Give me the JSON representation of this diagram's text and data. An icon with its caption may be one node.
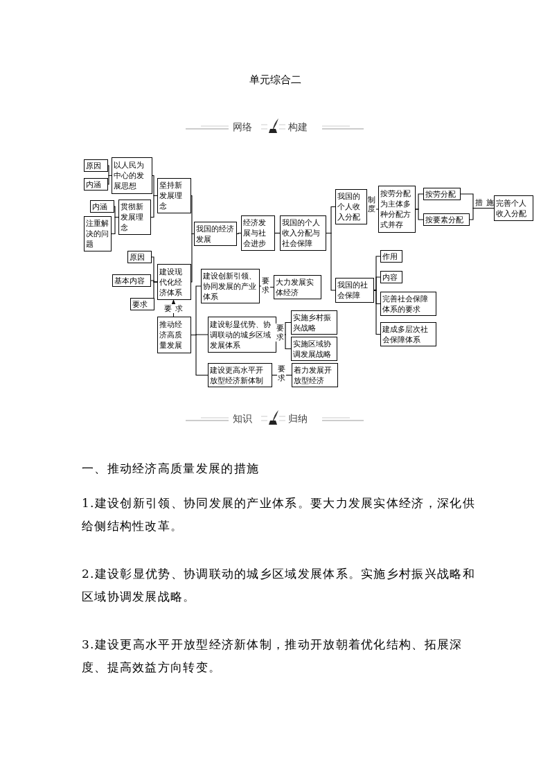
{
  "diagram": {
    "title": "单元综合二",
    "nodes": [
      {
        "text": [
          "原因"
        ]
      },
      {
        "text": [
          "内涵"
        ]
      },
      {
        "text": [
          "以人民为中心的发展思想"
        ]
      },
      {
        "text": [
          "内涵"
        ]
      },
      {
        "text": [
          "注重解决的问题"
        ]
      },
      {
        "text": [
          "贯彻新发展理念"
        ]
      },
      {
        "text": [
          "坚持新发展理念"
        ]
      },
      {
        "text": [
          "原因"
        ]
      },
      {
        "text": [
          "基本内容"
        ]
      },
      {
        "text": [
          "要求"
        ]
      },
      {
        "text": [
          "建设现代化经济体系"
        ]
      },
      {
        "text": [
          "推动经济高质量发展"
        ]
      },
      {
        "text": [
          "我国的经济发展"
        ]
      },
      {
        "text": [
          "经济发展与社会进步"
        ]
      },
      {
        "text": [
          "我国的个人收入分配与社会保障"
        ]
      },
      {
        "text": [
          "我国的个人收入分配"
        ]
      },
      {
        "text": [
          "按劳分配为主体多种分配方式并存"
        ]
      },
      {
        "text": [
          "按劳分配"
        ]
      },
      {
        "text": [
          "按要素分配"
        ]
      },
      {
        "text": [
          "完善个人收入分配"
        ]
      },
      {
        "text": [
          "我国的社会保障"
        ]
      },
      {
        "text": [
          "作用"
        ]
      },
      {
        "text": [
          "内容"
        ]
      },
      {
        "text": [
          "完善社会保障体系的要求"
        ]
      },
      {
        "text": [
          "建成多层次社会保障体系"
        ]
      },
      {
        "text": [
          "建设创新引领、协同发展的产业体系"
        ]
      },
      {
        "text": [
          "大力发展实体经济"
        ]
      },
      {
        "text": [
          "建设彰显优势、协调联动的城乡区域发展体系"
        ]
      },
      {
        "text": [
          "实施乡村振兴战略"
        ]
      },
      {
        "text": [
          "实施区域协调发展战略"
        ]
      },
      {
        "text": [
          "建设更高水平开放型经济新体制"
        ]
      },
      {
        "text": [
          "着力发展开放型经济"
        ]
      }
    ],
    "edges": [
      {
        "from": 0,
        "to": 2,
        "arrow": "none"
      },
      {
        "from": 1,
        "to": 2,
        "arrow": "none"
      },
      {
        "from": 3,
        "to": 5,
        "arrow": "none"
      },
      {
        "from": 4,
        "to": 5,
        "arrow": "none"
      },
      {
        "from": 2,
        "to": 6,
        "arrow": "none"
      },
      {
        "from": 5,
        "to": 6,
        "arrow": "none"
      },
      {
        "from": 7,
        "to": 10,
        "arrow": "none"
      },
      {
        "from": 8,
        "to": 10,
        "arrow": "none"
      },
      {
        "from": 9,
        "to": 10,
        "arrow": "none"
      },
      {
        "from": 11,
        "to": 10,
        "arrow": "to",
        "label": "要求"
      },
      {
        "from": 6,
        "to": 12,
        "arrow": "none"
      },
      {
        "from": 10,
        "to": 12,
        "arrow": "none"
      },
      {
        "from": 12,
        "to": 13,
        "arrow": "none"
      },
      {
        "from": 13,
        "to": 14,
        "arrow": "none"
      },
      {
        "from": 14,
        "to": 15,
        "arrow": "none"
      },
      {
        "from": 14,
        "to": 20,
        "arrow": "none"
      },
      {
        "from": 15,
        "to": 16,
        "arrow": "none",
        "label": "制度"
      },
      {
        "from": 16,
        "to": 17,
        "arrow": "none"
      },
      {
        "from": 16,
        "to": 18,
        "arrow": "none"
      },
      {
        "from": 17,
        "to": 19,
        "arrow": "none",
        "label": "措施"
      },
      {
        "from": 18,
        "to": 19,
        "arrow": "none"
      },
      {
        "from": 20,
        "to": 21,
        "arrow": "none"
      },
      {
        "from": 20,
        "to": 22,
        "arrow": "none"
      },
      {
        "from": 20,
        "to": 23,
        "arrow": "none"
      },
      {
        "from": 20,
        "to": 24,
        "arrow": "none"
      },
      {
        "from": 11,
        "to": 25,
        "arrow": "none"
      },
      {
        "from": 11,
        "to": 27,
        "arrow": "none"
      },
      {
        "from": 11,
        "to": 30,
        "arrow": "none"
      },
      {
        "from": 25,
        "to": 26,
        "arrow": "none",
        "label": "要求"
      },
      {
        "from": 27,
        "to": 28,
        "arrow": "none",
        "label": "要求"
      },
      {
        "from": 27,
        "to": 29,
        "arrow": "none"
      },
      {
        "from": 30,
        "to": 31,
        "arrow": "none",
        "label": "要求"
      }
    ],
    "labels": [
      "网络",
      "构建",
      "知识",
      "归纳",
      "一、推动经济高质量发展的措施",
      "1.建设创新引领、协同发展的产业体系。要大力发展实体经济，深化供给侧结构性改革。",
      "2.建设彰显优势、协调联动的城乡区域发展体系。实施乡村振兴战略和区域协调发展战略。",
      "3.建设更高水平开放型经济新体制，推动开放朝着优化结构、拓展深度、提高效益方向转变。"
    ]
  }
}
